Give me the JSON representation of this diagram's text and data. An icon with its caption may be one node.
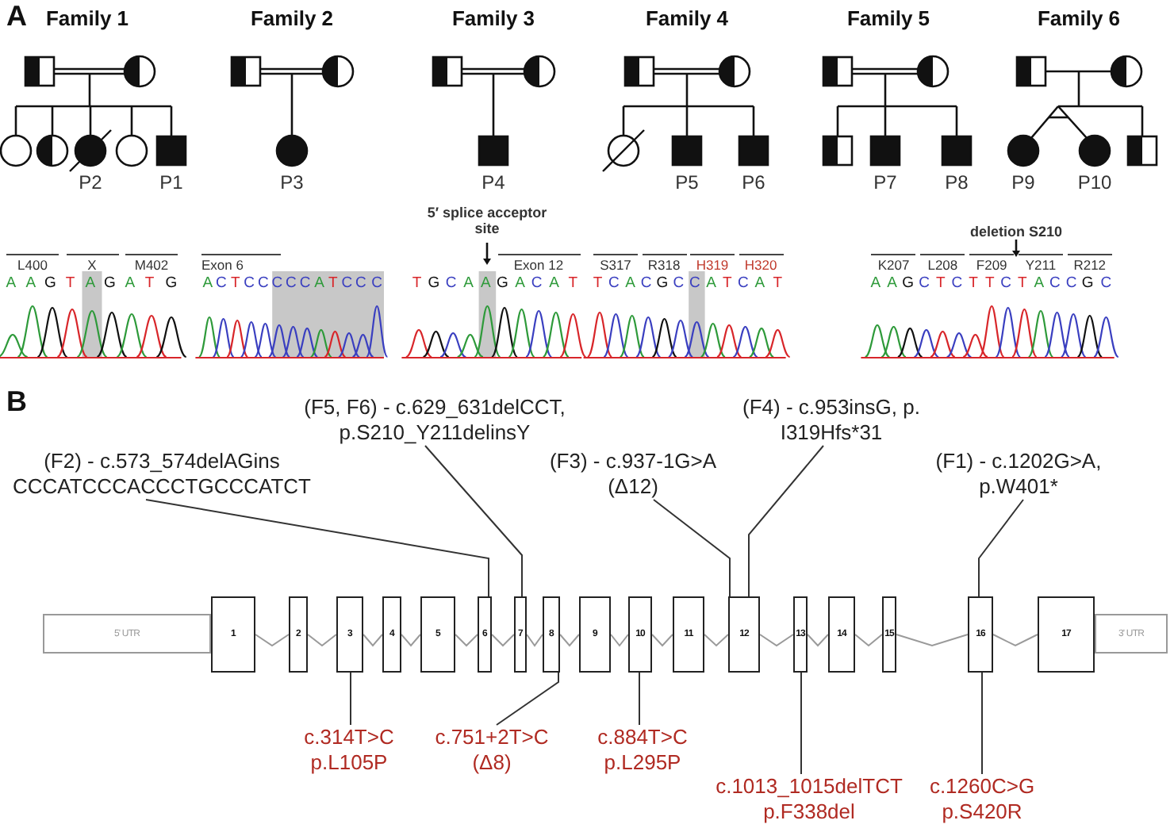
{
  "diagram": {
    "nodes": [
      {
        "text": [
          "5' UTR"
        ]
      },
      {
        "text": [
          "1"
        ]
      },
      {
        "text": [
          "2"
        ]
      },
      {
        "text": [
          "3"
        ]
      },
      {
        "text": [
          "4"
        ]
      },
      {
        "text": [
          "5"
        ]
      },
      {
        "text": [
          "6"
        ]
      },
      {
        "text": [
          "7"
        ]
      },
      {
        "text": [
          "8"
        ]
      },
      {
        "text": [
          "9"
        ]
      },
      {
        "text": [
          "10"
        ]
      },
      {
        "text": [
          "11"
        ]
      },
      {
        "text": [
          "12"
        ]
      },
      {
        "text": [
          "13"
        ]
      },
      {
        "text": [
          "14"
        ]
      },
      {
        "text": [
          "15"
        ]
      },
      {
        "text": [
          "16"
        ]
      },
      {
        "text": [
          "17"
        ]
      },
      {
        "text": [
          "3' UTR"
        ]
      },
      {
        "text": [
          "(F2) - c.573_574delAGins CCCATCCCACCCTGCCCATCT"
        ]
      },
      {
        "text": [
          "(F5, F6) - c.629_631delCCT, p.S210_Y211delinsY"
        ]
      },
      {
        "text": [
          "(F3) - c.937-1G>A (Δ12)"
        ]
      },
      {
        "text": [
          "(F4) - c.953insG, p. I319Hfs*31"
        ]
      },
      {
        "text": [
          "(F1) - c.1202G>A, p.W401*"
        ]
      },
      {
        "text": [
          "c.314T>C p.L105P"
        ]
      },
      {
        "text": [
          "c.751+2T>C (Δ8)"
        ]
      },
      {
        "text": [
          "c.884T>C p.L295P"
        ]
      },
      {
        "text": [
          "c.1013_1015delTCT p.F338del"
        ]
      },
      {
        "text": [
          "c.1260C>G p.S420R"
        ]
      }
    ],
    "edges": [
      {
        "from": 1,
        "to": 2,
        "arrow": "none"
      },
      {
        "from": 2,
        "to": 3,
        "arrow": "none"
      },
      {
        "from": 3,
        "to": 4,
        "arrow": "none"
      },
      {
        "from": 4,
        "to": 5,
        "arrow": "none"
      },
      {
        "from": 5,
        "to": 6,
        "arrow": "none"
      },
      {
        "from": 6,
        "to": 7,
        "arrow": "none"
      },
      {
        "from": 7,
        "to": 8,
        "arrow": "none"
      },
      {
        "from": 8,
        "to": 9,
        "arrow": "none"
      },
      {
        "from": 9,
        "to": 10,
        "arrow": "none"
      },
      {
        "from": 10,
        "to": 11,
        "arrow": "none"
      },
      {
        "from": 11,
        "to": 12,
        "arrow": "none"
      },
      {
        "from": 12,
        "to": 13,
        "arrow": "none"
      },
      {
        "from": 13,
        "to": 14,
        "arrow": "none"
      },
      {
        "from": 14,
        "to": 15,
        "arrow": "none"
      },
      {
        "from": 15,
        "to": 16,
        "arrow": "none"
      },
      {
        "from": 16,
        "to": 17,
        "arrow": "none"
      },
      {
        "from": 19,
        "to": 6,
        "arrow": "none",
        "color": "#333333"
      },
      {
        "from": 20,
        "to": 7,
        "arrow": "none",
        "color": "#333333"
      },
      {
        "from": 21,
        "to": 12,
        "arrow": "none",
        "color": "#333333"
      },
      {
        "from": 22,
        "to": 12,
        "arrow": "none",
        "color": "#333333"
      },
      {
        "from": 23,
        "to": 16,
        "arrow": "none",
        "color": "#333333"
      },
      {
        "from": 24,
        "to": 3,
        "arrow": "none",
        "color": "#333333"
      },
      {
        "from": 25,
        "to": 8,
        "arrow": "none",
        "color": "#333333"
      },
      {
        "from": 26,
        "to": 10,
        "arrow": "none",
        "color": "#333333"
      },
      {
        "from": 27,
        "to": 13,
        "arrow": "none",
        "color": "#333333"
      },
      {
        "from": 28,
        "to": 16,
        "arrow": "none",
        "color": "#333333"
      }
    ],
    "labels": [
      "A",
      "Family 1",
      "Family 2",
      "Family 3",
      "Family 4",
      "Family 5",
      "Family 6",
      "P2",
      "P1",
      "P3",
      "P4",
      "P5",
      "P6",
      "P7",
      "P8",
      "P9",
      "P10",
      "L400",
      "X",
      "M402",
      "A A G T A G A T G",
      "Exon 6",
      "A C T C C C C C A T C C C",
      "5′ splice acceptor site",
      "Exon 12",
      "T G C A A G A C A T",
      "S317",
      "R318",
      "H319",
      "H320",
      "T C A C G C C A T C A T",
      "deletion S210",
      "K207",
      "L208",
      "F209",
      "Y211",
      "R212",
      "A A G C T C T T C T A C C G C",
      "B"
    ]
  }
}
